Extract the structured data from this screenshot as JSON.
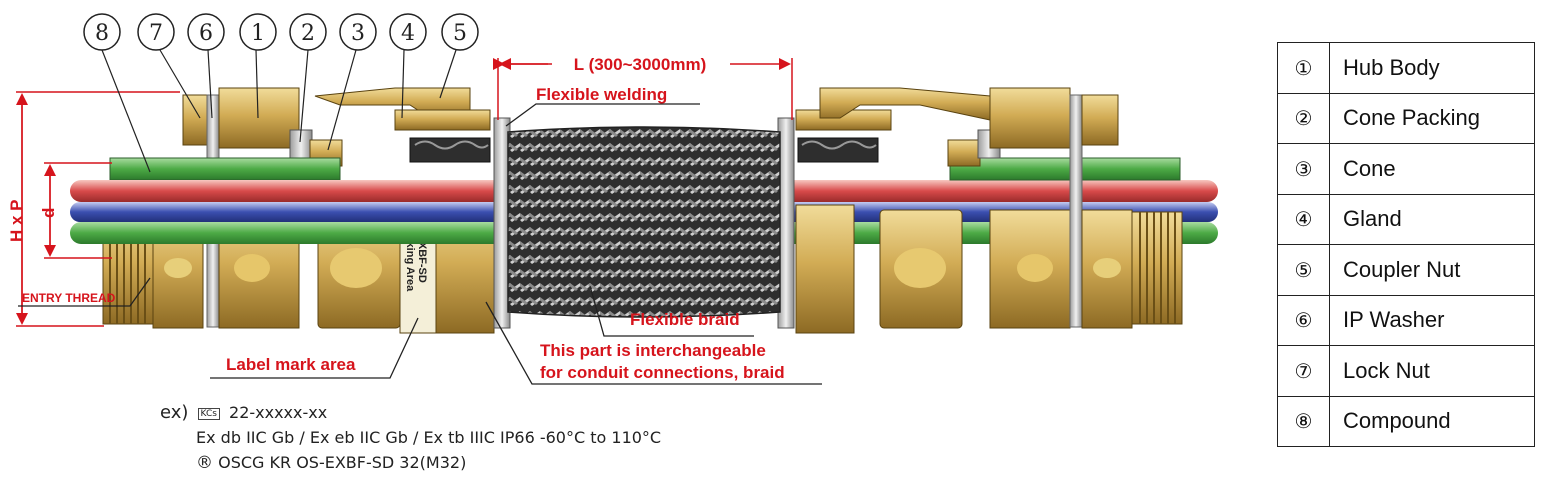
{
  "callouts": [
    "8",
    "7",
    "6",
    "1",
    "2",
    "3",
    "4",
    "5"
  ],
  "labels": {
    "length": "L (300~3000mm)",
    "flexible_welding": "Flexible welding",
    "flexible_braid": "Flexible braid",
    "interchangeable_1": "This part is interchangeable",
    "interchangeable_2": "for conduit connections, braid",
    "label_mark_area": "Label mark area",
    "entry_thread": "ENTRY THREAD",
    "hxp": "H x P",
    "d": "d",
    "marking_1": "OS-EXBF-SD",
    "marking_2": "Marking Area"
  },
  "example": {
    "prefix": "ex)",
    "cert_mark": "KCs",
    "line1": "22-xxxxx-xx",
    "line2": "Ex db IIC Gb / Ex eb IIC Gb / Ex tb IIIC IP66 -60°C to 110°C",
    "line3_symbol": "®",
    "line3": "OSCG  KR OS-EXBF-SD 32(M32)"
  },
  "legend": [
    {
      "num": "①",
      "label": "Hub Body"
    },
    {
      "num": "②",
      "label": "Cone Packing"
    },
    {
      "num": "③",
      "label": "Cone"
    },
    {
      "num": "④",
      "label": "Gland"
    },
    {
      "num": "⑤",
      "label": "Coupler Nut"
    },
    {
      "num": "⑥",
      "label": "IP Washer"
    },
    {
      "num": "⑦",
      "label": "Lock Nut"
    },
    {
      "num": "⑧",
      "label": "Compound"
    }
  ],
  "colors": {
    "brass": "#c9a24a",
    "brass_dark": "#8a6a22",
    "compound_green": "#3f9b3f",
    "cable_red": "#d84a4a",
    "cable_blue": "#3b4fb0",
    "annotation_red": "#d6141c",
    "braid": "#3c3c3c"
  }
}
